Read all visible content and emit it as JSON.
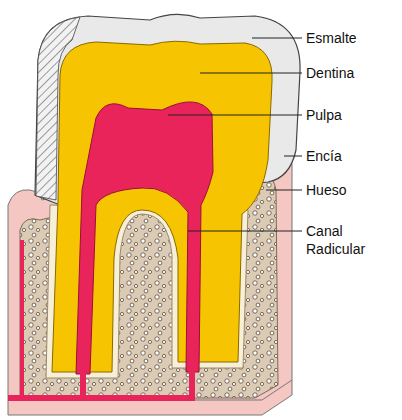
{
  "diagram": {
    "labels": [
      "Esmalte",
      "Dentina",
      "Pulpa",
      "Encía",
      "Hueso",
      "Canal Radicular"
    ]
  }
}
